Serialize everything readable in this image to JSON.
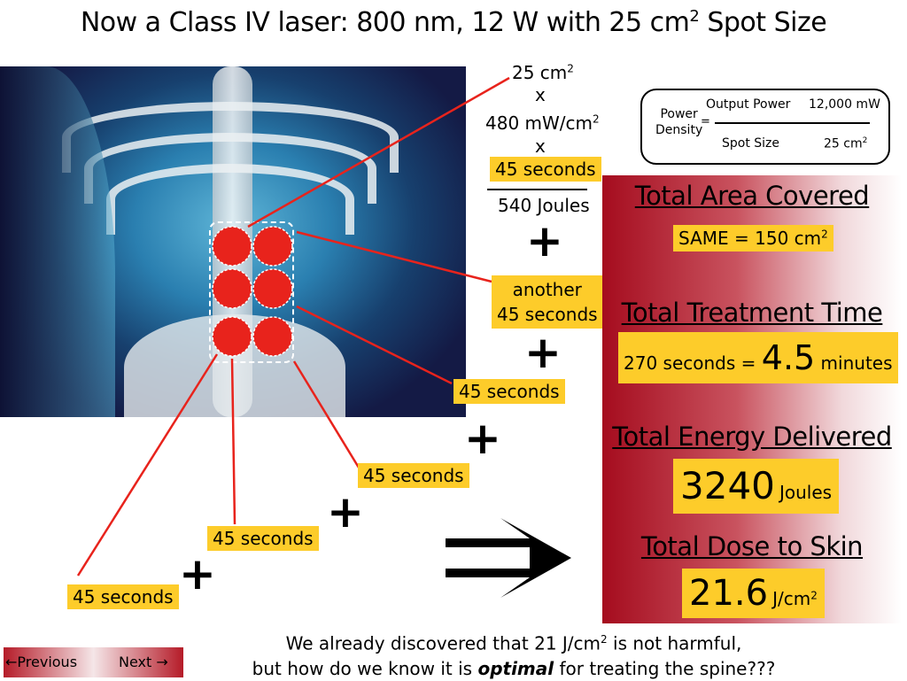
{
  "title": {
    "text": "Now a Class IV laser:  800 nm, 12 W with 25 cm",
    "sup": "2",
    "tail": " Spot Size"
  },
  "calc": {
    "area": "25 cm",
    "area_sup": "2",
    "x1": "x",
    "density": "480 mW/cm",
    "density_sup": "2",
    "x2": "x",
    "time": "45 seconds",
    "result": "540 Joules"
  },
  "bubble": {
    "label1": "Power",
    "label2": "Density",
    "eq": "=",
    "num_label": "Output Power",
    "num_value": "12,000 mW",
    "den_label": "Spot Size",
    "den_value": "25 cm",
    "den_sup": "2"
  },
  "labels": {
    "another1": "another",
    "another2": "45 seconds",
    "s3": "45 seconds",
    "s4": "45 seconds",
    "s5": "45 seconds",
    "s6": "45 seconds"
  },
  "plus": "+",
  "panel": {
    "area_title": "Total Area Covered",
    "area_value": "SAME = 150 cm",
    "area_sup": "2",
    "time_title": "Total Treatment Time",
    "time_pre": "270 seconds = ",
    "time_big": "4.5",
    "time_unit": " minutes",
    "energy_title": "Total Energy Delivered",
    "energy_big": "3240",
    "energy_unit": "Joules",
    "dose_title": "Total Dose to Skin",
    "dose_big": "21.6",
    "dose_unit": "J/cm",
    "dose_sup": "2"
  },
  "bottom": {
    "l1a": "We already discovered that 21 J/cm",
    "l1sup": "2",
    "l1b": " is not harmful,",
    "l2a": "but how do we know it is ",
    "l2em": "optimal",
    "l2b": " for treating the spine???"
  },
  "nav": {
    "prev": "Previous",
    "next": "Next"
  },
  "colors": {
    "highlight": "#fdcc2a",
    "arrow": "#e8231c",
    "panel": "#a50c1e"
  }
}
